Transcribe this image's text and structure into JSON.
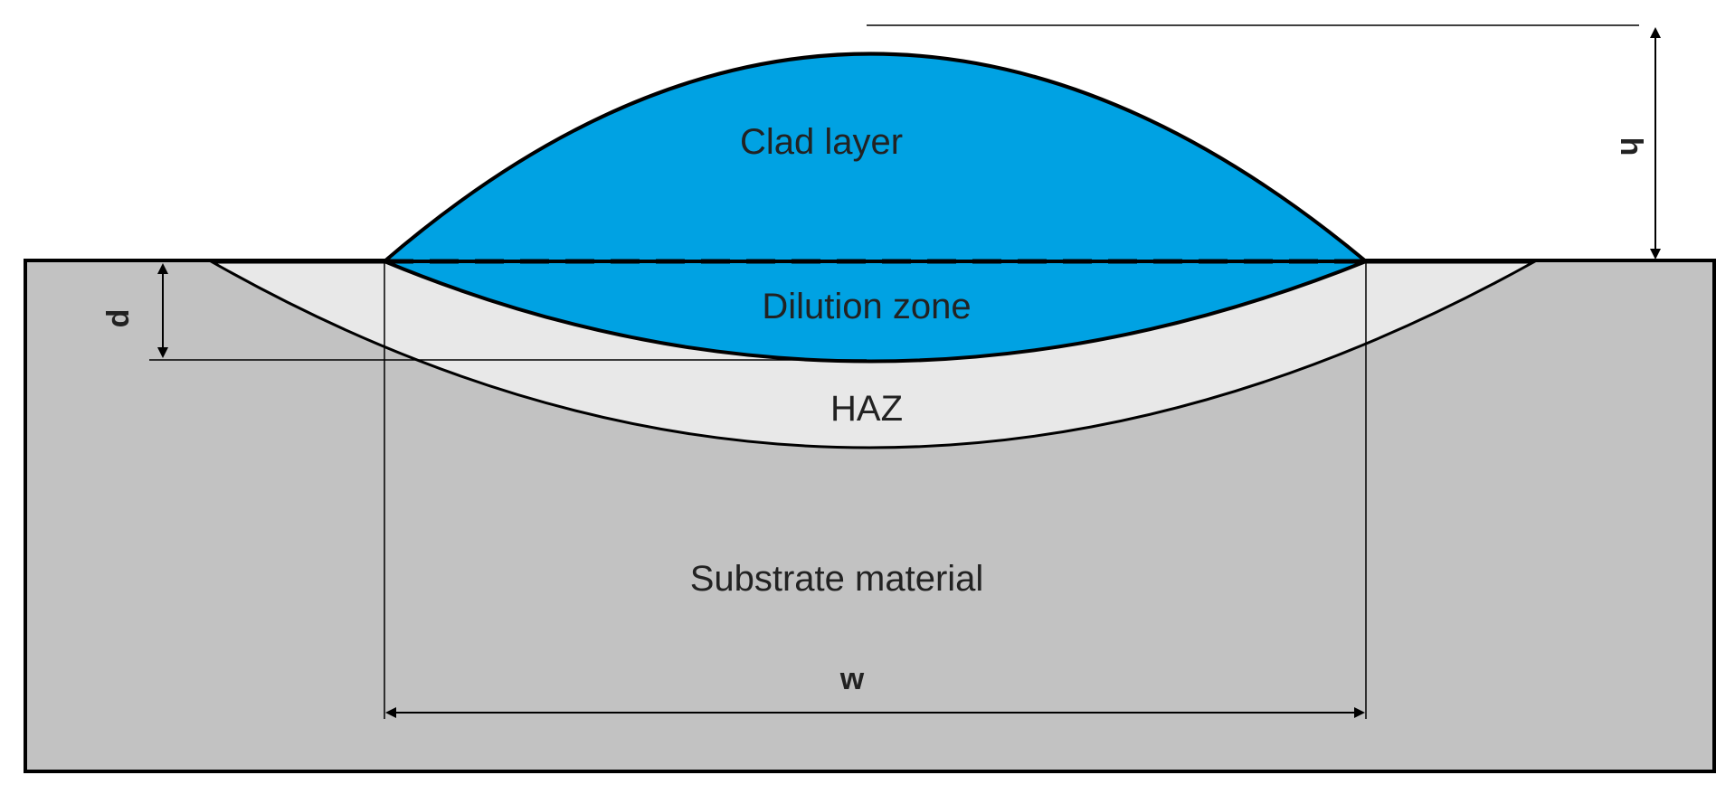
{
  "labels": {
    "clad_layer": "Clad layer",
    "dilution_zone": "Dilution zone",
    "haz": "HAZ",
    "substrate": "Substrate material",
    "height": "h",
    "depth": "d",
    "width": "w"
  },
  "colors": {
    "clad": "#00a2e3",
    "haz": "#e8e8e8",
    "substrate": "#c2c2c2",
    "outline": "#000000"
  }
}
